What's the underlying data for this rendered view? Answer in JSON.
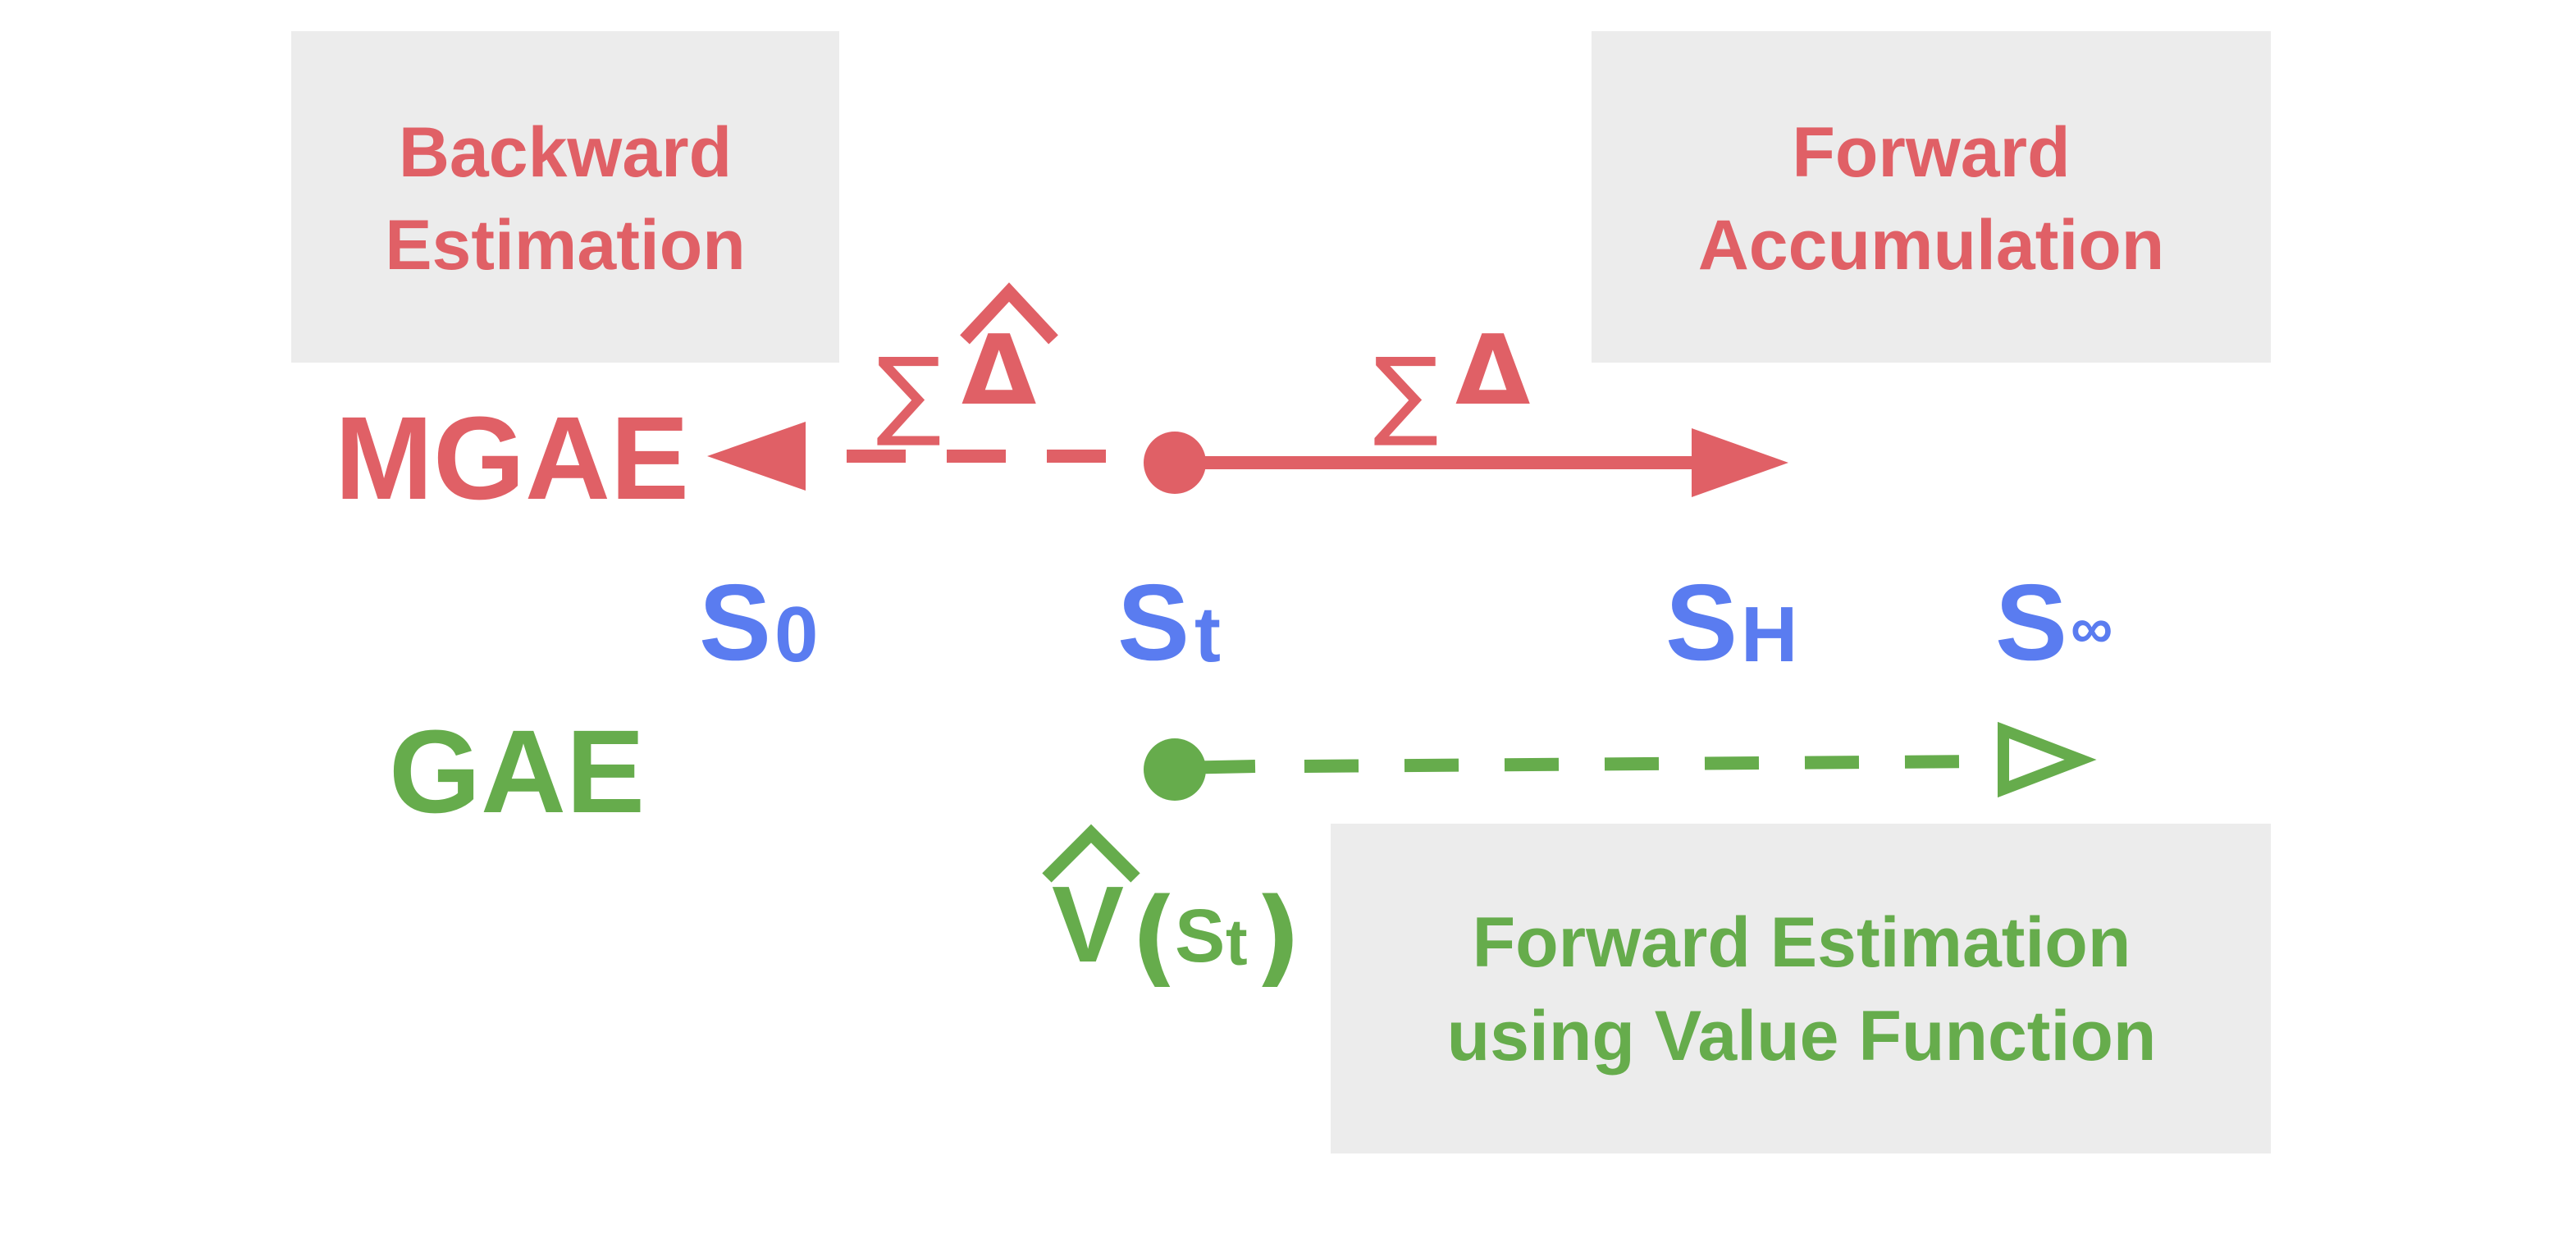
{
  "colors": {
    "mgae": "#e06066",
    "gae": "#66ac4c",
    "state": "#5a7cf0",
    "box_fill": "#ececec",
    "background": "#ffffff"
  },
  "boxes": {
    "backward": {
      "line1": "Backward",
      "line2": "Estimation"
    },
    "forward_acc": {
      "line1": "Forward",
      "line2": "Accumulation"
    },
    "forward_est": {
      "line1": "Forward Estimation",
      "line2": "using Value Function"
    }
  },
  "labels": {
    "mgae": "MGAE",
    "gae": "GAE"
  },
  "sums": {
    "sigma": "∑",
    "delta": "Δ"
  },
  "states": [
    {
      "symbol": "S",
      "sub": "0"
    },
    {
      "symbol": "S",
      "sub": "t"
    },
    {
      "symbol": "S",
      "sub": "H"
    },
    {
      "symbol": "S",
      "sub": "∞"
    }
  ],
  "value": {
    "symbol": "V",
    "open_paren": "(",
    "state": "S",
    "state_sub": "t",
    "close_paren": ")"
  },
  "icons": {
    "backward_arrow": "filled-left-arrowhead",
    "forward_arrow": "filled-right-arrowhead",
    "estimate_arrow": "hollow-right-arrowhead",
    "hat": "caret-hat"
  }
}
